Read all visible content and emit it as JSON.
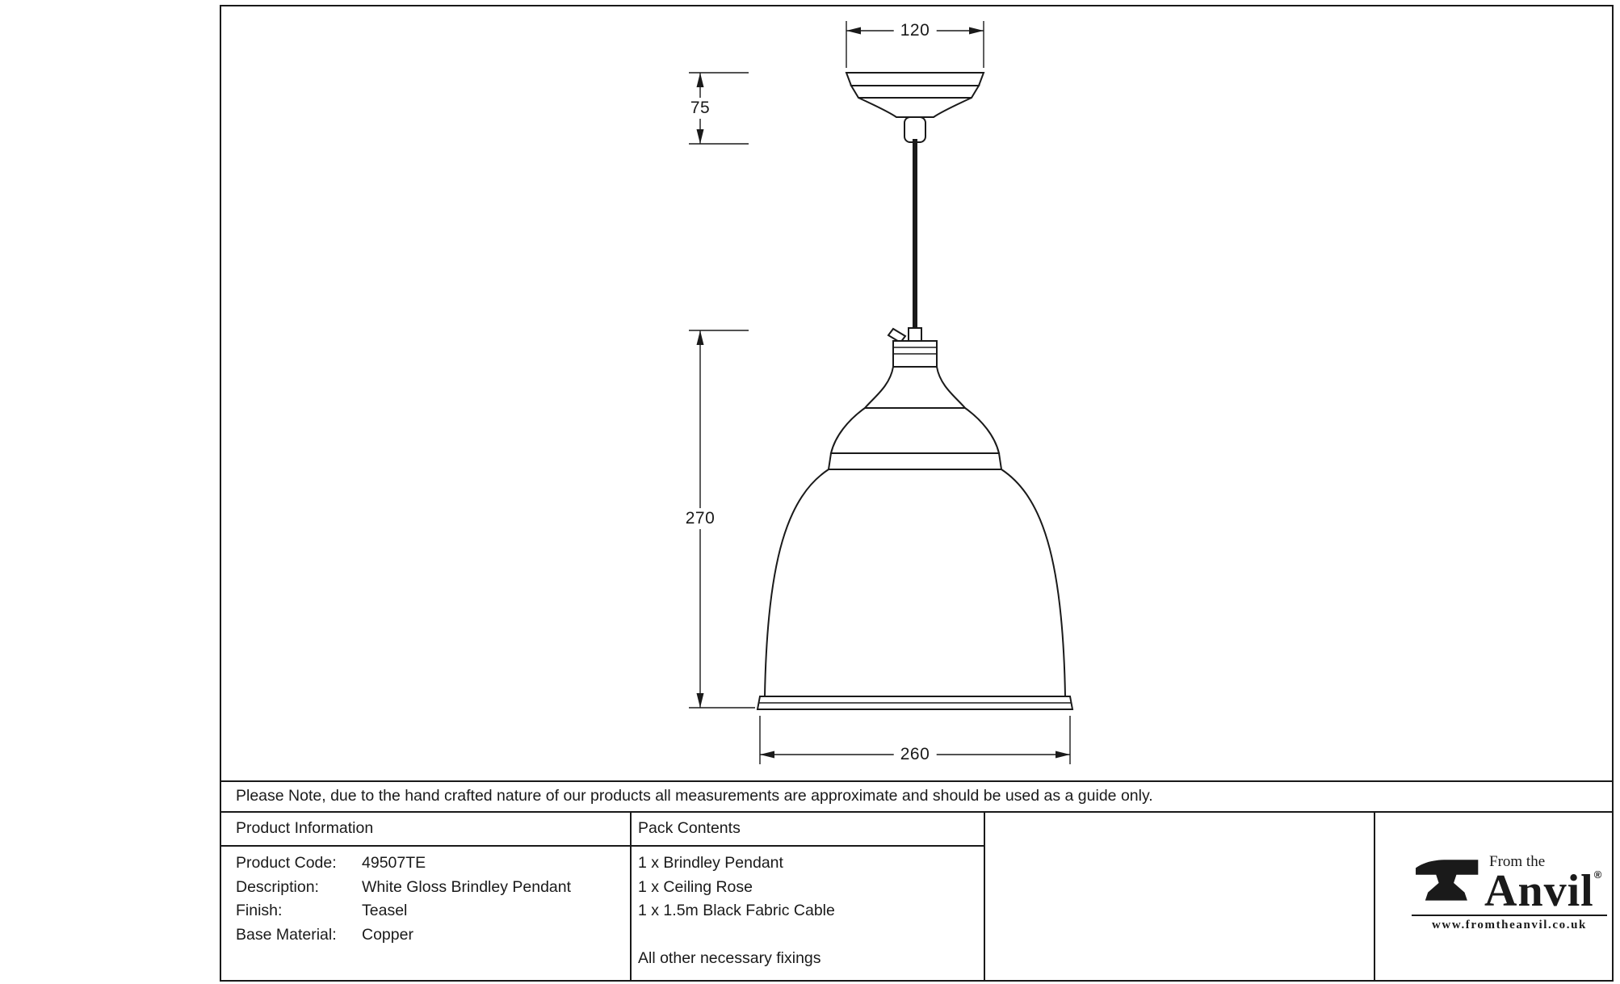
{
  "drawing": {
    "dims": {
      "rose_width": "120",
      "rose_height": "75",
      "shade_height": "270",
      "shade_width": "260"
    }
  },
  "note": "Please Note, due to the hand crafted nature of our products all measurements are approximate and should be used as a guide only.",
  "product_info": {
    "header": "Product Information",
    "rows": [
      {
        "label": "Product Code:",
        "value": "49507TE"
      },
      {
        "label": "Description:",
        "value": "White Gloss Brindley Pendant"
      },
      {
        "label": "Finish:",
        "value": "Teasel"
      },
      {
        "label": "Base Material:",
        "value": "Copper"
      }
    ]
  },
  "pack_contents": {
    "header": "Pack Contents",
    "items": [
      "1 x Brindley Pendant",
      "1 x Ceiling Rose",
      "1 x 1.5m Black Fabric Cable"
    ],
    "footer": "All other necessary fixings"
  },
  "logo": {
    "tagline": "From the",
    "name": "Anvil",
    "registered": "®",
    "url": "www.fromtheanvil.co.uk"
  }
}
